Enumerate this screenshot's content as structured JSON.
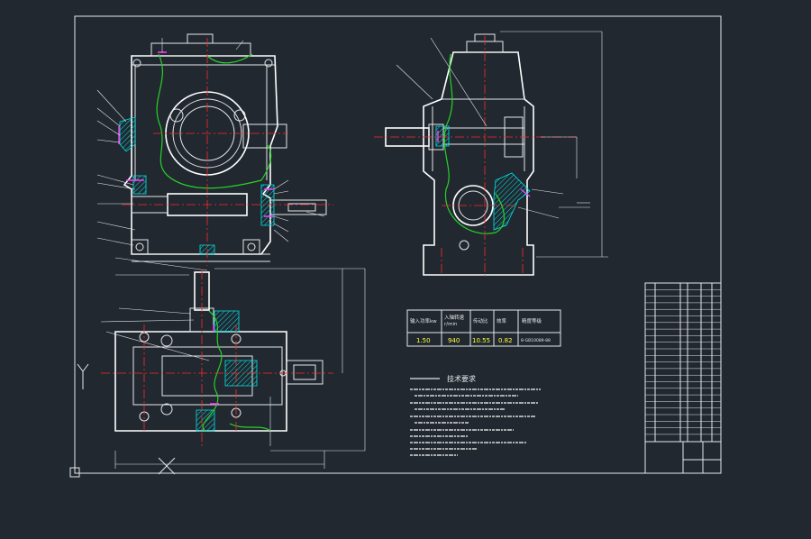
{
  "colors": {
    "background": "#212830",
    "outline": "#e8e8e8",
    "centerline": "#ff2a2a",
    "break_line": "#27d227",
    "seal": "#ff3cff",
    "hatch": "#00e5e5",
    "value_text": "#ffff3c"
  },
  "parameter_table": {
    "header": [
      "输入功率kw",
      "入轴转速\nr/min",
      "传动比",
      "效率",
      "精度等级"
    ],
    "values": [
      "1.50",
      "940",
      "10.55",
      "0.82",
      "8-GB10089-88"
    ]
  },
  "technical_requirements": {
    "title": "技术要求"
  }
}
